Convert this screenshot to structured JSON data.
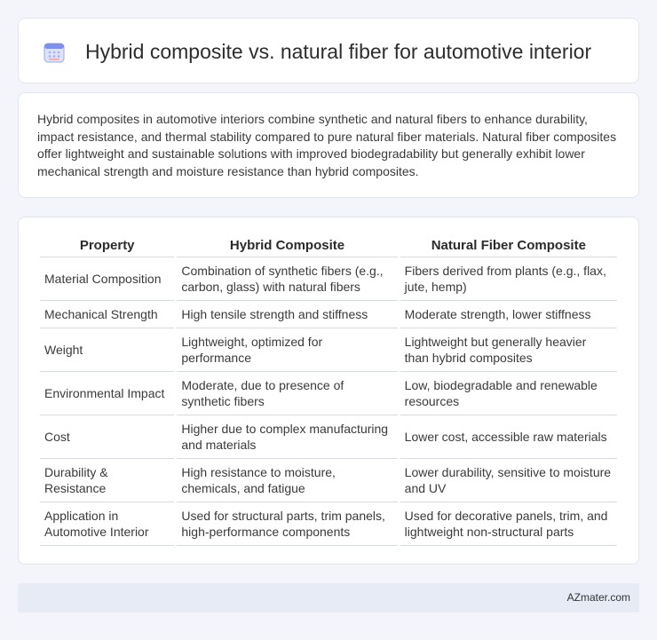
{
  "header": {
    "title": "Hybrid composite vs. natural fiber for automotive interior",
    "icon": "calendar-grid-icon"
  },
  "summary": {
    "text": "Hybrid composites in automotive interiors combine synthetic and natural fibers to enhance durability, impact resistance, and thermal stability compared to pure natural fiber materials. Natural fiber composites offer lightweight and sustainable solutions with improved biodegradability but generally exhibit lower mechanical strength and moisture resistance than hybrid composites."
  },
  "table": {
    "headers": [
      "Property",
      "Hybrid Composite",
      "Natural Fiber Composite"
    ],
    "rows": [
      [
        "Material Composition",
        "Combination of synthetic fibers (e.g., carbon, glass) with natural fibers",
        "Fibers derived from plants (e.g., flax, jute, hemp)"
      ],
      [
        "Mechanical Strength",
        "High tensile strength and stiffness",
        "Moderate strength, lower stiffness"
      ],
      [
        "Weight",
        "Lightweight, optimized for performance",
        "Lightweight but generally heavier than hybrid composites"
      ],
      [
        "Environmental Impact",
        "Moderate, due to presence of synthetic fibers",
        "Low, biodegradable and renewable resources"
      ],
      [
        "Cost",
        "Higher due to complex manufacturing and materials",
        "Lower cost, accessible raw materials"
      ],
      [
        "Durability & Resistance",
        "High resistance to moisture, chemicals, and fatigue",
        "Lower durability, sensitive to moisture and UV"
      ],
      [
        "Application in Automotive Interior",
        "Used for structural parts, trim panels, high-performance components",
        "Used for decorative panels, trim, and lightweight non-structural parts"
      ]
    ]
  },
  "footer": {
    "brand": "AZmater.com"
  },
  "colors": {
    "accent": "#6f7fe8",
    "background": "#f3f5fb",
    "footer": "#e6ebf6"
  }
}
